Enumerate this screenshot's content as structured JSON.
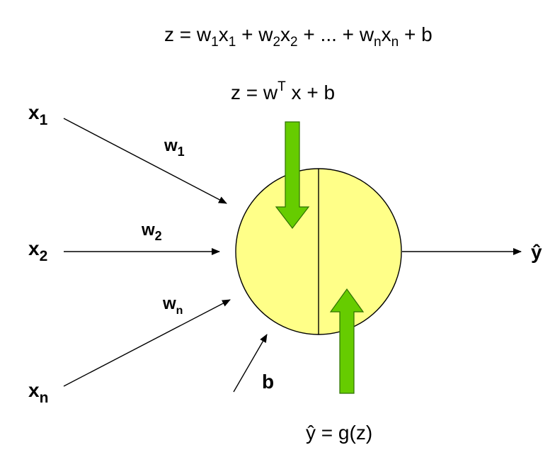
{
  "equations": {
    "full": {
      "z": "z",
      "eq": " = ",
      "w": "w",
      "x": "x",
      "plus": " + ",
      "dots": " ... ",
      "sub1": "1",
      "sub2": "2",
      "subn": "n",
      "bias": "b"
    },
    "vector": {
      "z": "z",
      "eq": " = ",
      "w": "w",
      "transpose": "T",
      "x": " x ",
      "plus": "+ ",
      "bias": "b"
    },
    "activation": {
      "yhat": "ŷ",
      "eq": " = ",
      "g": "g(z)"
    }
  },
  "inputs": [
    {
      "base": "x",
      "sub": "1"
    },
    {
      "base": "x",
      "sub": "2"
    },
    {
      "base": "x",
      "sub": "n"
    }
  ],
  "weights": [
    {
      "base": "w",
      "sub": "1"
    },
    {
      "base": "w",
      "sub": "2"
    },
    {
      "base": "w",
      "sub": "n"
    }
  ],
  "bias_label": "b",
  "output_label": "ŷ",
  "colors": {
    "neuron_fill": "#ffff88",
    "neuron_stroke": "#000000",
    "arrow_fill": "#66cc00",
    "arrow_stroke": "#2d7000",
    "line": "#000000"
  }
}
